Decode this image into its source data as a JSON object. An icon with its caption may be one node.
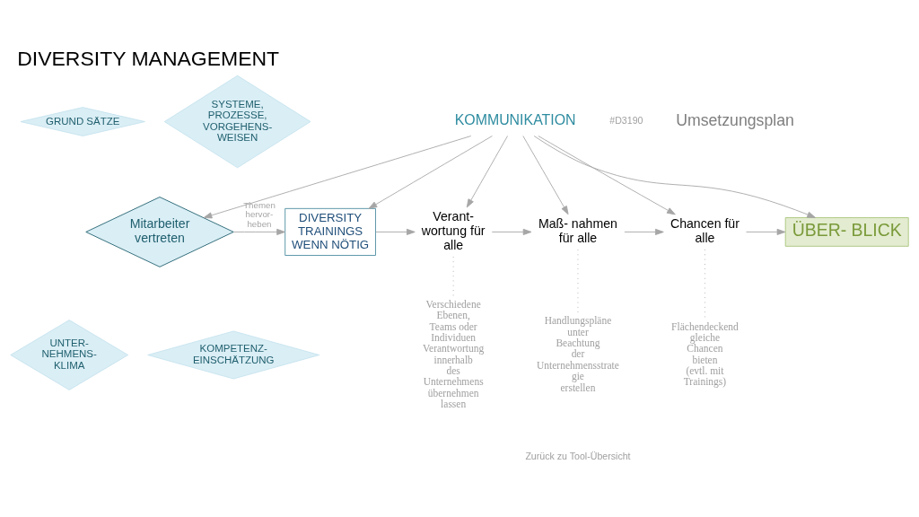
{
  "diagram": {
    "title": "DIVERSITY MANAGEMENT",
    "nodes": [
      {
        "text": [
          "GRUND SÄTZE"
        ]
      },
      {
        "text": [
          "SYSTEME, PROZESSE, VORGEHENS- WEISEN"
        ]
      },
      {
        "text": [
          "Mitarbeiter vertreten"
        ]
      },
      {
        "text": [
          "UNTER- NEHMENS- KLIMA"
        ]
      },
      {
        "text": [
          "KOMPETENZ- EINSCHÄTZUNG"
        ]
      },
      {
        "text": [
          "KOMMUNIKATION"
        ]
      },
      {
        "text": [
          "DIVERSITY TRAININGS WENN NÖTIG"
        ]
      },
      {
        "text": [
          "Verant- wortung für alle"
        ]
      },
      {
        "text": [
          "Maß- nahmen für alle"
        ]
      },
      {
        "text": [
          "Chancen für alle"
        ]
      },
      {
        "text": [
          "ÜBER- BLICK"
        ]
      },
      {
        "text": [
          "Verschiedene Ebenen, Teams oder Individuen Verantwortung innerhalb des Unternehmens übernehmen lassen"
        ]
      },
      {
        "text": [
          "Handlungspläne unter Beachtung der Unternehmensstrate gie erstellen"
        ]
      },
      {
        "text": [
          "Flächendeckend gleiche Chancen bieten (evtl. mit Trainings)"
        ]
      }
    ],
    "edges": [
      {
        "from": 5,
        "to": 2,
        "arrow": "to"
      },
      {
        "from": 5,
        "to": 6,
        "arrow": "to"
      },
      {
        "from": 5,
        "to": 7,
        "arrow": "to"
      },
      {
        "from": 5,
        "to": 8,
        "arrow": "to"
      },
      {
        "from": 5,
        "to": 9,
        "arrow": "to"
      },
      {
        "from": 5,
        "to": 10,
        "arrow": "to"
      },
      {
        "from": 2,
        "to": 6,
        "arrow": "to",
        "label": "Themen hervor- heben"
      },
      {
        "from": 6,
        "to": 7,
        "arrow": "to"
      },
      {
        "from": 7,
        "to": 8,
        "arrow": "to"
      },
      {
        "from": 8,
        "to": 9,
        "arrow": "to"
      },
      {
        "from": 9,
        "to": 10,
        "arrow": "to"
      },
      {
        "from": 7,
        "to": 11,
        "arrow": "none",
        "style": "dashed"
      },
      {
        "from": 8,
        "to": 12,
        "arrow": "none",
        "style": "dashed"
      },
      {
        "from": 9,
        "to": 13,
        "arrow": "none",
        "style": "dashed"
      }
    ],
    "labels": [
      "#D3190",
      "Umsetzungsplan",
      "Zurück zu Tool-Übersicht"
    ]
  }
}
